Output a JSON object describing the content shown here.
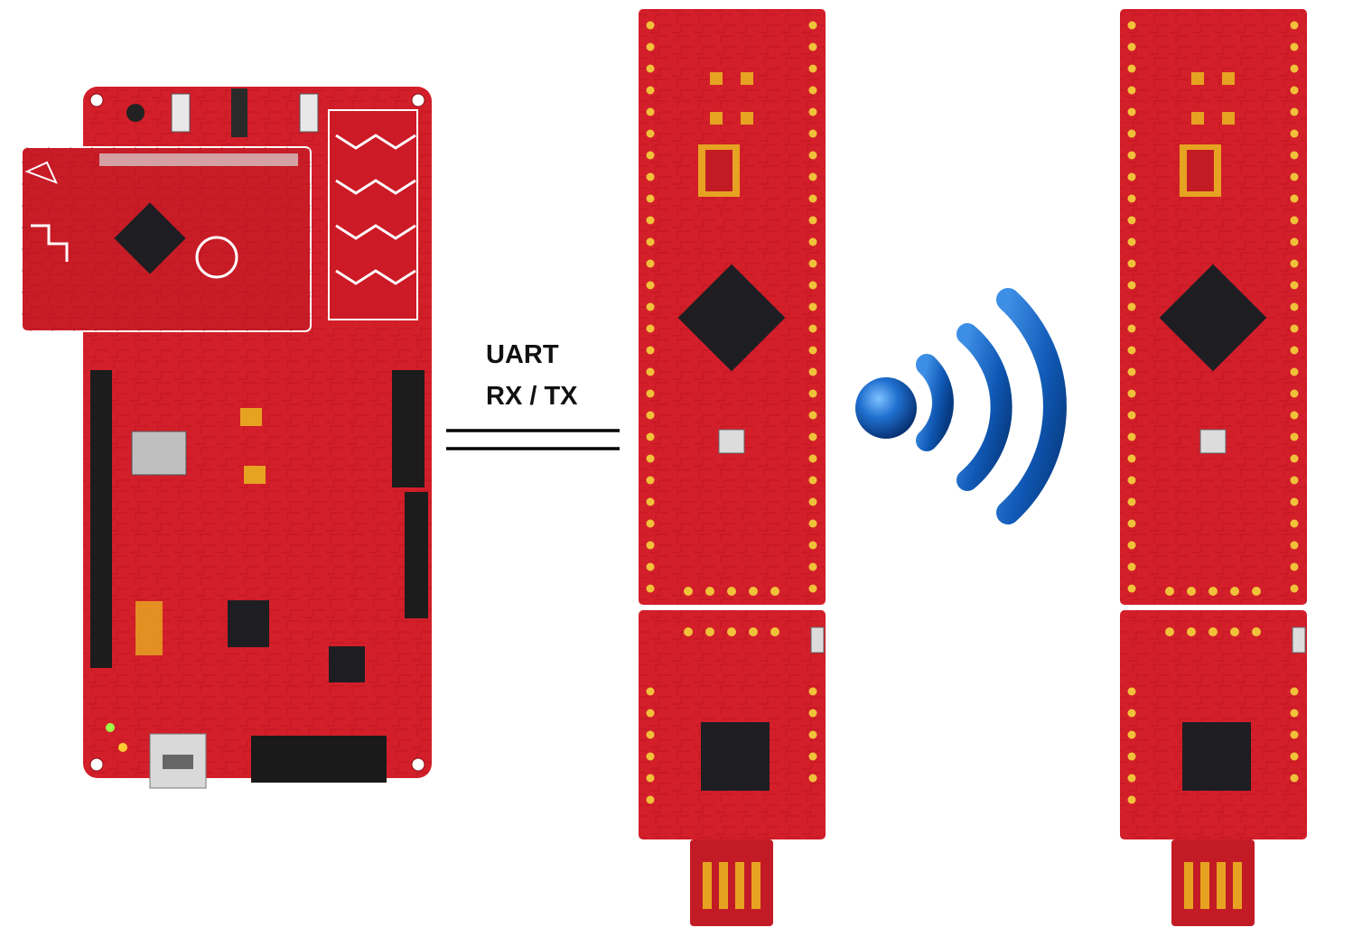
{
  "link": {
    "title": "UART",
    "subtitle": "RX / TX"
  },
  "colors": {
    "pcb_red": "#d31f2a",
    "pcb_dark": "#a3121b",
    "chip": "#1e1e22",
    "wireless_blue": "#1a6fc4"
  },
  "components": {
    "left": "pioneer-baseboard",
    "middle": "prototyping-kit",
    "right": "prototyping-kit",
    "between_middle_right": "wireless-signal-icon"
  }
}
